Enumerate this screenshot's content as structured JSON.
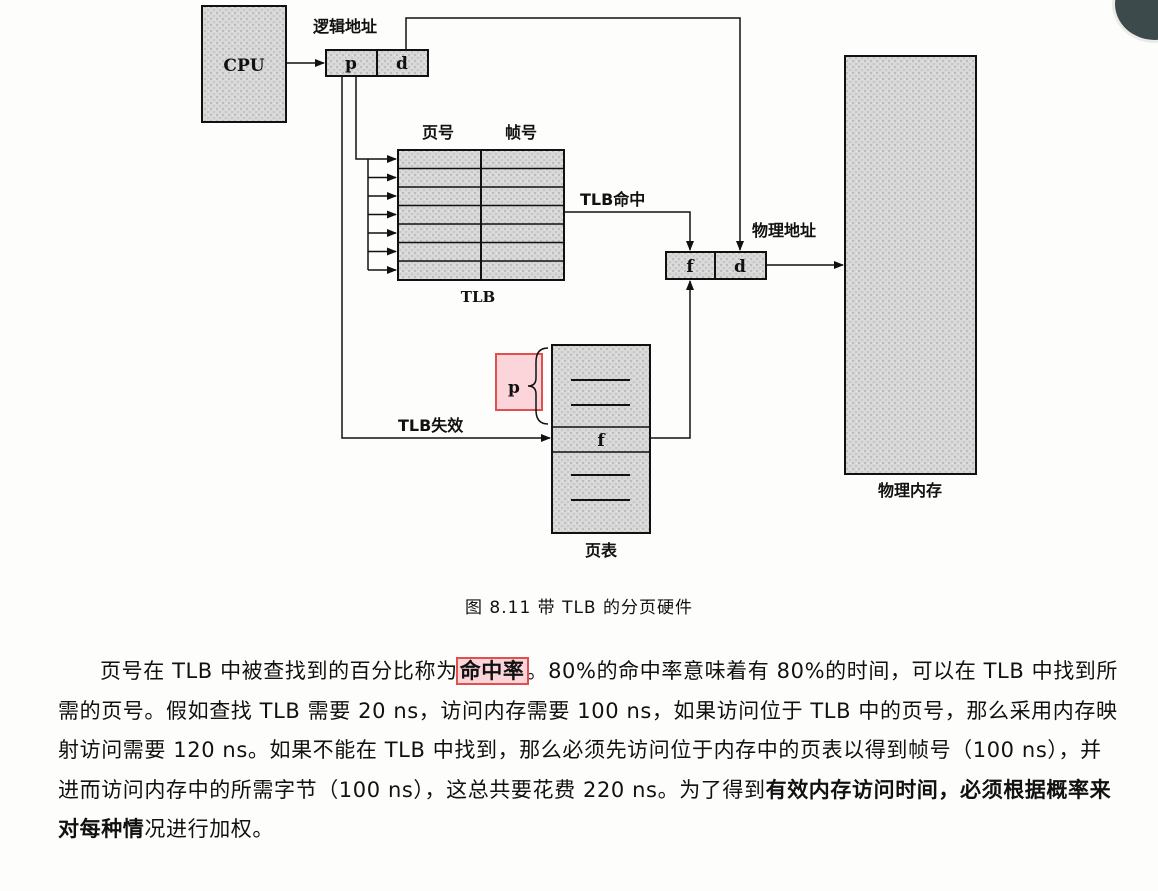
{
  "diagram": {
    "cpu": "CPU",
    "logical_address": "逻辑地址",
    "p": "p",
    "d": "d",
    "page_number": "页号",
    "frame_number": "帧号",
    "tlb": "TLB",
    "tlb_hit": "TLB命中",
    "physical_address": "物理地址",
    "f": "f",
    "tlb_miss": "TLB失效",
    "page_table": "页表",
    "physical_memory": "物理内存",
    "page_table_p": "p",
    "page_table_f": "f"
  },
  "caption": "图 8.11   带 TLB 的分页硬件",
  "paragraph": {
    "part1": "页号在 TLB 中被查找到的百分比称为",
    "highlight": "命中率",
    "part2": "。80%的命中率意味着有 80%的时间，可以在 TLB 中找到所需的页号。假如查找 TLB 需要 20 ns，访问内存需要 100 ns，如果访问位于 TLB 中的页号，那么采用内存映射访问需要 120 ns。如果不能在 TLB 中找到，那么必须先访问位于内存中的页表以得到帧号（100 ns），并进而访问内存中的所需字节（100 ns），这总共要花费 220 ns。为了得到",
    "bold": "有效内存访问时间，必须根据概率来对每种情",
    "part3": "况进行加权。"
  }
}
